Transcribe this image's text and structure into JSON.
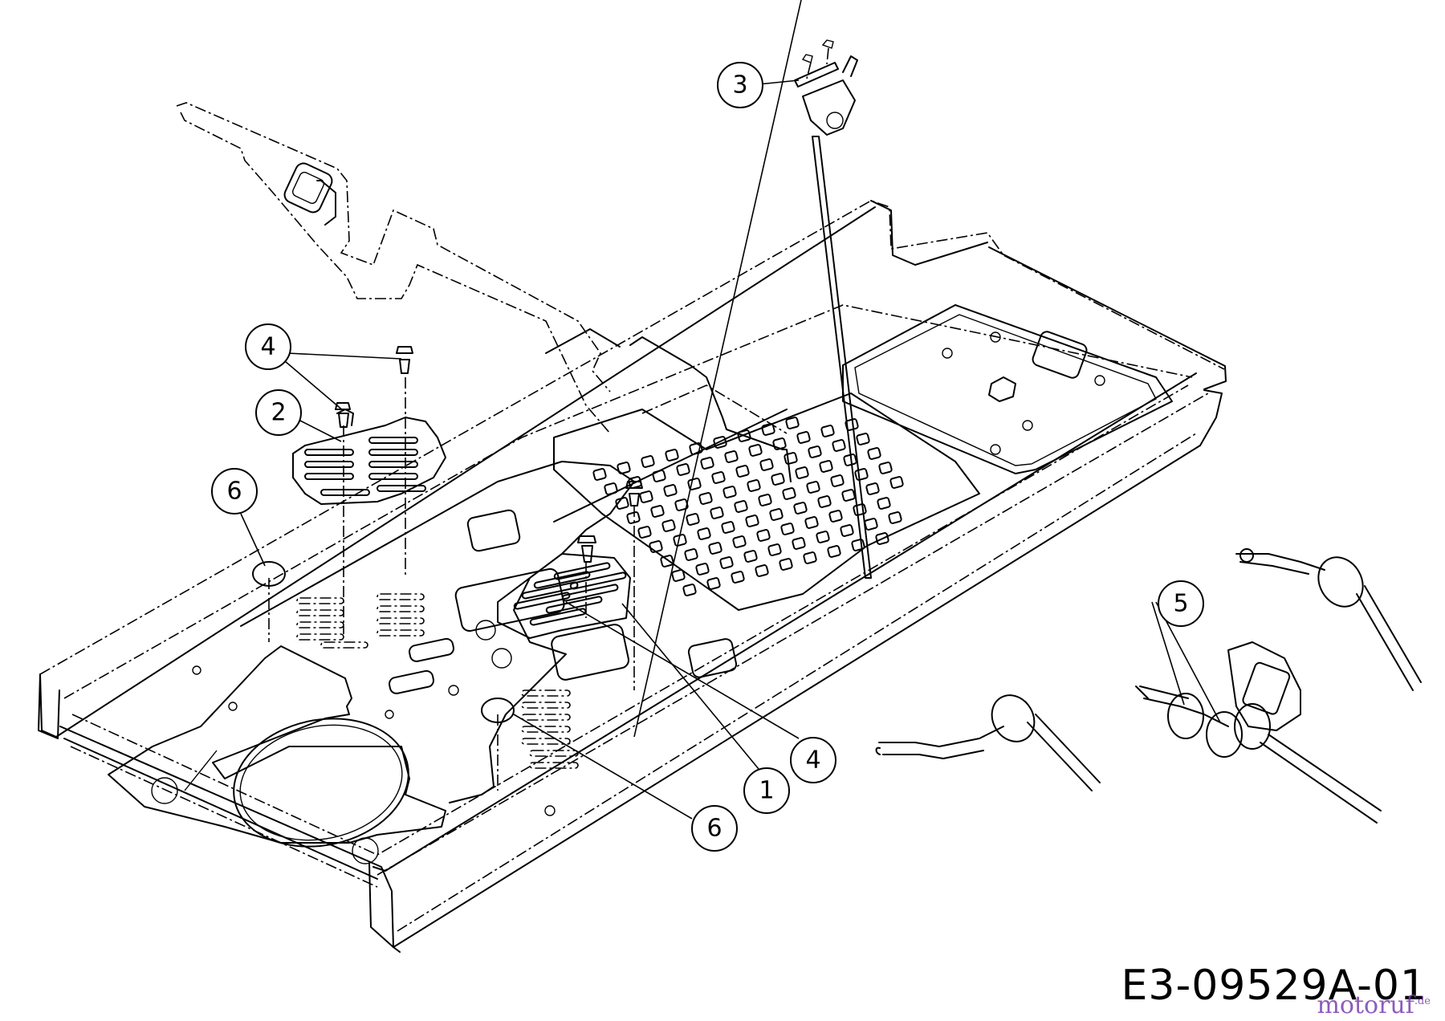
{
  "diagram": {
    "drawing_code": "E3-09529A-01",
    "watermark": "motoruf.de",
    "callouts": [
      {
        "id": "callout-1",
        "label": "1"
      },
      {
        "id": "callout-2",
        "label": "2"
      },
      {
        "id": "callout-3",
        "label": "3"
      },
      {
        "id": "callout-4a",
        "label": "4"
      },
      {
        "id": "callout-4b",
        "label": "4"
      },
      {
        "id": "callout-5",
        "label": "5"
      },
      {
        "id": "callout-6a",
        "label": "6"
      },
      {
        "id": "callout-6b",
        "label": "6"
      }
    ]
  }
}
